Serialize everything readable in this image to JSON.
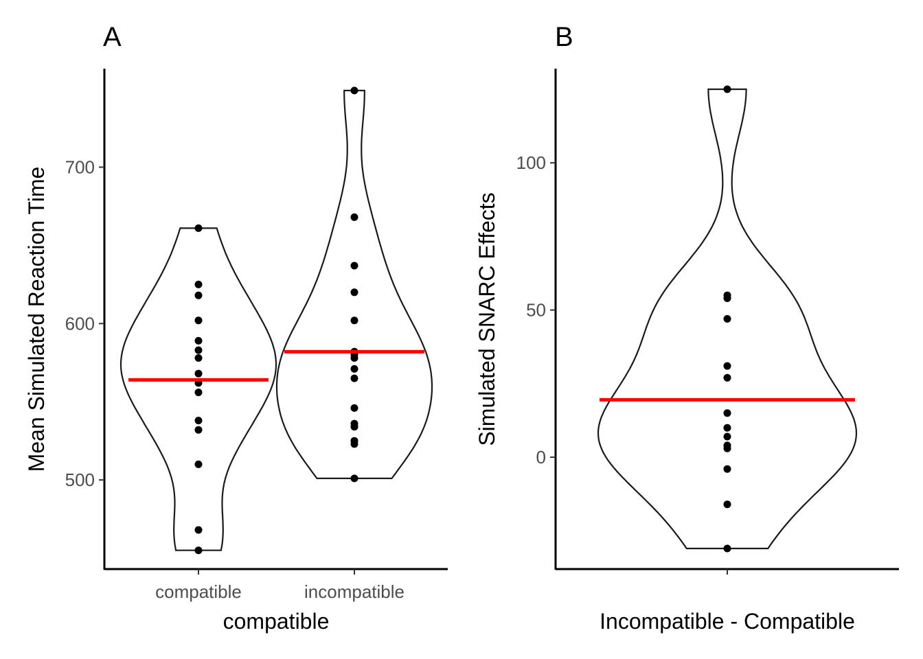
{
  "chart_data": [
    {
      "panel_tag": "A",
      "type": "violin",
      "xlabel": "compatible",
      "ylabel": "Mean Simulated Reaction Time",
      "categories": [
        "compatible",
        "incompatible"
      ],
      "yticks": [
        500,
        600,
        700
      ],
      "ylim": [
        443,
        763
      ],
      "grid": false,
      "series": [
        {
          "category": "compatible",
          "points": [
            661,
            625,
            618,
            602,
            589,
            583,
            578,
            568,
            562,
            556,
            538,
            532,
            510,
            468,
            455
          ],
          "mean": 564
        },
        {
          "category": "incompatible",
          "points": [
            749,
            668,
            637,
            620,
            602,
            582,
            580,
            578,
            571,
            565,
            546,
            536,
            534,
            525,
            523,
            501
          ],
          "mean": 582
        }
      ],
      "mean_line_color": "#ff0000"
    },
    {
      "panel_tag": "B",
      "type": "violin",
      "xlabel": "Incompatible - Compatible",
      "ylabel": "Simulated SNARC Effects",
      "categories": [
        ""
      ],
      "yticks": [
        0,
        50,
        100
      ],
      "ylim": [
        -38,
        132
      ],
      "grid": false,
      "series": [
        {
          "category": "",
          "points": [
            125,
            55,
            54,
            47,
            31,
            27,
            15,
            10,
            7,
            4,
            3,
            -4,
            -16,
            -31
          ],
          "mean": 19.5
        }
      ],
      "mean_line_color": "#ff0000"
    }
  ]
}
